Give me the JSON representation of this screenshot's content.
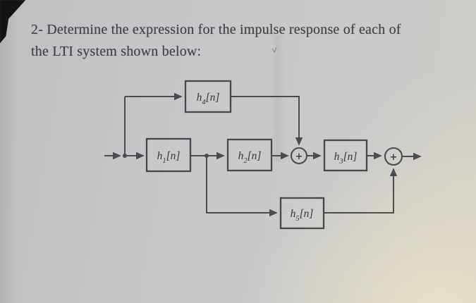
{
  "page": {
    "title_line1": "2- Determine the expression for the impulse response of each of",
    "title_line2": "the LTI system shown below:"
  },
  "diagram": {
    "blocks": [
      {
        "id": "h1",
        "base": "h",
        "sub": "1",
        "arg": "[n]"
      },
      {
        "id": "h2",
        "base": "h",
        "sub": "2",
        "arg": "[n]"
      },
      {
        "id": "h3",
        "base": "h",
        "sub": "3",
        "arg": "[n]"
      },
      {
        "id": "h4",
        "base": "h",
        "sub": "4",
        "arg": "[n]"
      },
      {
        "id": "h5",
        "base": "h",
        "sub": "5",
        "arg": "[n]"
      }
    ],
    "sums": [
      {
        "id": "sum1",
        "symbol": "+"
      },
      {
        "id": "sum2",
        "symbol": "+"
      }
    ],
    "colors": {
      "wire": "#4b4b50",
      "block_border": "#47474c",
      "label_text": "#35353a",
      "paper": "#c7c7c9",
      "paper_highlight": "#e9e1c9",
      "corner_shadow": "#141416"
    }
  }
}
